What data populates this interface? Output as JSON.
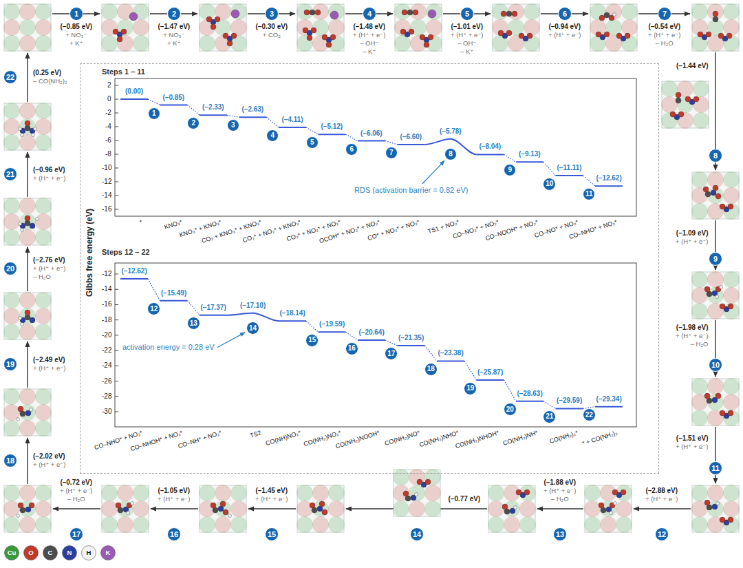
{
  "diagram": {
    "nodes": [
      {
        "text": [
          "1"
        ]
      },
      {
        "text": [
          "2"
        ]
      },
      {
        "text": [
          "3"
        ]
      },
      {
        "text": [
          "4"
        ]
      },
      {
        "text": [
          "5"
        ]
      },
      {
        "text": [
          "6"
        ]
      },
      {
        "text": [
          "7"
        ]
      },
      {
        "text": [
          "8"
        ]
      },
      {
        "text": [
          "9"
        ]
      },
      {
        "text": [
          "10"
        ]
      },
      {
        "text": [
          "11"
        ]
      },
      {
        "text": [
          "12"
        ]
      },
      {
        "text": [
          "13"
        ]
      },
      {
        "text": [
          "14"
        ]
      },
      {
        "text": [
          "15"
        ]
      },
      {
        "text": [
          "16"
        ]
      },
      {
        "text": [
          "17"
        ]
      },
      {
        "text": [
          "18"
        ]
      },
      {
        "text": [
          "19"
        ]
      },
      {
        "text": [
          "20"
        ]
      },
      {
        "text": [
          "21"
        ]
      },
      {
        "text": [
          "22"
        ]
      },
      {
        "text": [
          "Steps 1 – 11",
          "Steps 12 – 22"
        ]
      },
      {
        "text": [
          "1"
        ],
        "in": 22
      },
      {
        "text": [
          "2"
        ],
        "in": 22
      },
      {
        "text": [
          "3"
        ],
        "in": 22
      },
      {
        "text": [
          "4"
        ],
        "in": 22
      },
      {
        "text": [
          "5"
        ],
        "in": 22
      },
      {
        "text": [
          "6"
        ],
        "in": 22
      },
      {
        "text": [
          "7"
        ],
        "in": 22
      },
      {
        "text": [
          "8"
        ],
        "in": 22
      },
      {
        "text": [
          "9"
        ],
        "in": 22
      },
      {
        "text": [
          "10"
        ],
        "in": 22
      },
      {
        "text": [
          "11"
        ],
        "in": 22
      },
      {
        "text": [
          "12"
        ],
        "in": 22
      },
      {
        "text": [
          "13"
        ],
        "in": 22
      },
      {
        "text": [
          "14"
        ],
        "in": 22
      },
      {
        "text": [
          "15"
        ],
        "in": 22
      },
      {
        "text": [
          "16"
        ],
        "in": 22
      },
      {
        "text": [
          "17"
        ],
        "in": 22
      },
      {
        "text": [
          "18"
        ],
        "in": 22
      },
      {
        "text": [
          "19"
        ],
        "in": 22
      },
      {
        "text": [
          "20"
        ],
        "in": 22
      },
      {
        "text": [
          "21"
        ],
        "in": 22
      },
      {
        "text": [
          "22"
        ],
        "in": 22
      }
    ],
    "labels": [
      "(–0.85 eV)",
      "+ NO₃⁻",
      "+ K⁺",
      "(–1.47 eV)",
      "+ NO₃⁻",
      "+ K⁺",
      "(–0.30 eV)",
      "+ CO₂",
      "(–1.48 eV)",
      "+ (H⁺ + e⁻)",
      "– OH⁻",
      "– K⁺",
      "(–1.01 eV)",
      "+ (H⁺ + e⁻)",
      "– OH⁻",
      "– K⁺",
      "(–0.94 eV)",
      "+ (H⁺ + e⁻)",
      "(–0.54 eV)",
      "+ (H⁺ + e⁻)",
      "– H₂O",
      "(–1.44 eV)",
      "(–1.09 eV)",
      "+ (H⁺ + e⁻)",
      "(–1.98 eV)",
      "+ (H⁺ + e⁻)",
      "– H₂O",
      "(–1.51 eV)",
      "+ (H⁺ + e⁻)",
      "(–2.88 eV)",
      "+ (H⁺ + e⁻)",
      "(–1.88 eV)",
      "+ (H⁺ + e⁻)",
      "– H₂O",
      "(–0.77 eV)",
      "(–1.45 eV)",
      "+ (H⁺ + e⁻)",
      "(–1.05 eV)",
      "+ (H⁺ + e⁻)",
      "(–0.72 eV)",
      "+ (H⁺ + e⁻)",
      "– H₂O",
      "(–2.02 eV)",
      "+ (H⁺ + e⁻)",
      "(–2.49 eV)",
      "+ (H⁺ + e⁻)",
      "(–2.76 eV)",
      "+ (H⁺ + e⁻)",
      "– H₂O",
      "(–0.96 eV)",
      "+ (H⁺ + e⁻)",
      "(0.25 eV)",
      "– CO(NH₂)₂",
      "Gibbs free energy (eV)",
      "2",
      "0",
      "-2",
      "-4",
      "-6",
      "-8",
      "-10",
      "-12",
      "-14",
      "-16",
      "(0.00)",
      "(–0.85)",
      "(–2.33)",
      "(–2.63)",
      "(–4.11)",
      "(–5.12)",
      "(–6.06)",
      "(–6.60)",
      "(–5.78)",
      "(–8.04)",
      "(–9.13)",
      "(–11.11)",
      "(–12.62)",
      "*",
      "KNO₃*",
      "KNO₃* + KNO₃*",
      "CO₂ + KNO₃* + KNO₃*",
      "CO₂* + NO₂* + KNO₃*",
      "CO₂* + NO₂* + NO₂*",
      "OCOH* + NO₂* + NO₂*",
      "CO* + NO₂* + NO₂*",
      "TS1 + NO₂*",
      "CO–NO₂* + NO₂*",
      "CO–NOOH* + NO₂*",
      "CO–NO* + NO₂*",
      "CO–NHO* + NO₂*",
      "RDS (activation barrier = 0.82 eV)",
      "-12",
      "-14",
      "-16",
      "-18",
      "-20",
      "-22",
      "-24",
      "-26",
      "-28",
      "-30",
      "(–12.62)",
      "(–15.49)",
      "(–17.37)",
      "(–17.10)",
      "(–18.14)",
      "(–19.59)",
      "(–20.64)",
      "(–21.35)",
      "(–23.38)",
      "(–25.87)",
      "(–28.63)",
      "(–29.59)",
      "(–29.34)",
      "CO–NHO* + NO₂*",
      "CO–NHOH* + NO₂*",
      "CO–NH* + NO₂*",
      "TS2",
      "CO(NH)NO₂*",
      "CO(NH₂)NO₂*",
      "CO(NH₂)NOOH*",
      "CO(NH₂)NO*",
      "CO(NH₂)NHO*",
      "CO(NH₂)NHOH*",
      "CO(NH₂)NH*",
      "CO(NH₂)₂*",
      "* + CO(NH₂)₂",
      "activation energy = 0.28 eV"
    ],
    "legend": [
      {
        "text": "Cu",
        "color": "#3a9a3a"
      },
      {
        "text": "O",
        "color": "#c0392b"
      },
      {
        "text": "C",
        "color": "#4d4d4d"
      },
      {
        "text": "N",
        "color": "#2c3e9e"
      },
      {
        "text": "H",
        "color": "#f2f2f2"
      },
      {
        "text": "K",
        "color": "#9b59b6"
      }
    ]
  }
}
